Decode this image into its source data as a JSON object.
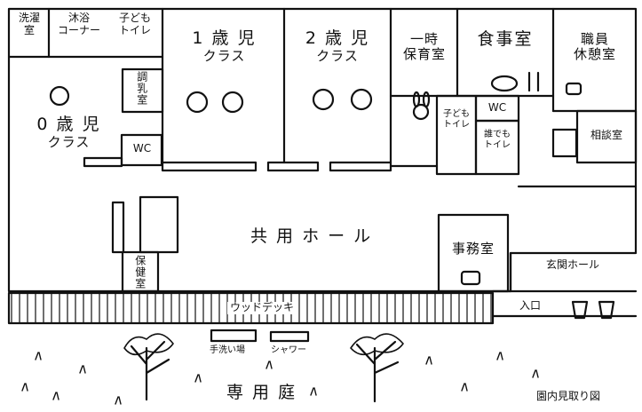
{
  "rooms": {
    "laundry": [
      "洗濯",
      "室"
    ],
    "shower_corner": [
      "沐浴",
      "コーナー"
    ],
    "kids_toilet_top": [
      "子ども",
      "トイレ"
    ],
    "class_1": [
      "1 歳 児",
      "クラス"
    ],
    "class_2": [
      "2 歳 児",
      "クラス"
    ],
    "temp_care": [
      "一時",
      "保育室"
    ],
    "kitchen": "食事室",
    "staff_room": [
      "職員",
      "休憩室"
    ],
    "formula_room": "調乳室",
    "class_0": [
      "0 歳 児",
      "クラス"
    ],
    "wc_left": "WC",
    "kids_toilet_mid": [
      "子ども",
      "トイレ"
    ],
    "wc_right": "WC",
    "anyone_toilet": [
      "誰でも",
      "トイレ"
    ],
    "consult_room": "相談室",
    "hall": "共 用 ホ ー ル",
    "office": "事務室",
    "entrance_hall": "玄関ホール",
    "health_room": "保健室",
    "wood_deck": "ウッドデッキ",
    "entrance": "入口",
    "handwash": "手洗い場",
    "shower": "シャワー",
    "garden": "専 用 庭"
  },
  "caption": "園内見取り図"
}
